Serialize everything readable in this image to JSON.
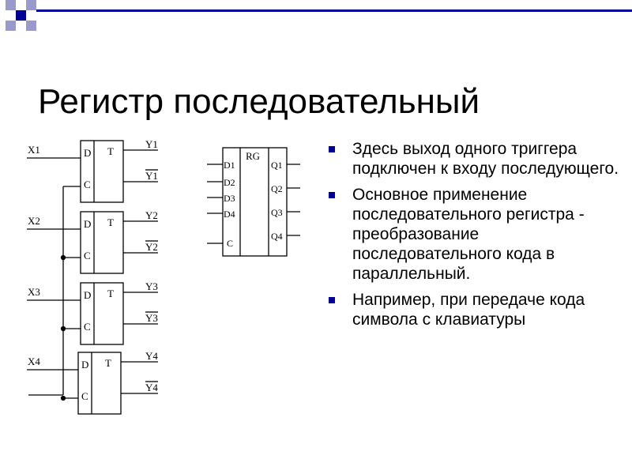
{
  "slide": {
    "title": "Регистр последовательный",
    "bullets": [
      "Здесь выход одного триггера подключен к входу последующего.",
      "Основное применение последовательного регистра - преобразование последовательного кода в параллельный.",
      "Например, при передаче кода символа с клавиатуры"
    ]
  },
  "colors": {
    "accent": "#000099",
    "accent_light": "#9999cc",
    "line": "#000000"
  },
  "left_diagram": {
    "triggers": [
      {
        "input": "X1",
        "pin_d": "D",
        "pin_c": "C",
        "type": "T",
        "out": "Y1",
        "out_inv": "Y1"
      },
      {
        "input": "X2",
        "pin_d": "D",
        "pin_c": "C",
        "type": "T",
        "out": "Y2",
        "out_inv": "Y2"
      },
      {
        "input": "X3",
        "pin_d": "D",
        "pin_c": "C",
        "type": "T",
        "out": "Y3",
        "out_inv": "Y3"
      },
      {
        "input": "X4",
        "pin_d": "D",
        "pin_c": "C",
        "type": "T",
        "out": "Y4",
        "out_inv": "Y4"
      }
    ]
  },
  "register": {
    "label": "RG",
    "inputs": [
      "D1",
      "D2",
      "D3",
      "D4"
    ],
    "clock": "C",
    "outputs": [
      "Q1",
      "Q2",
      "Q3",
      "Q4"
    ]
  }
}
